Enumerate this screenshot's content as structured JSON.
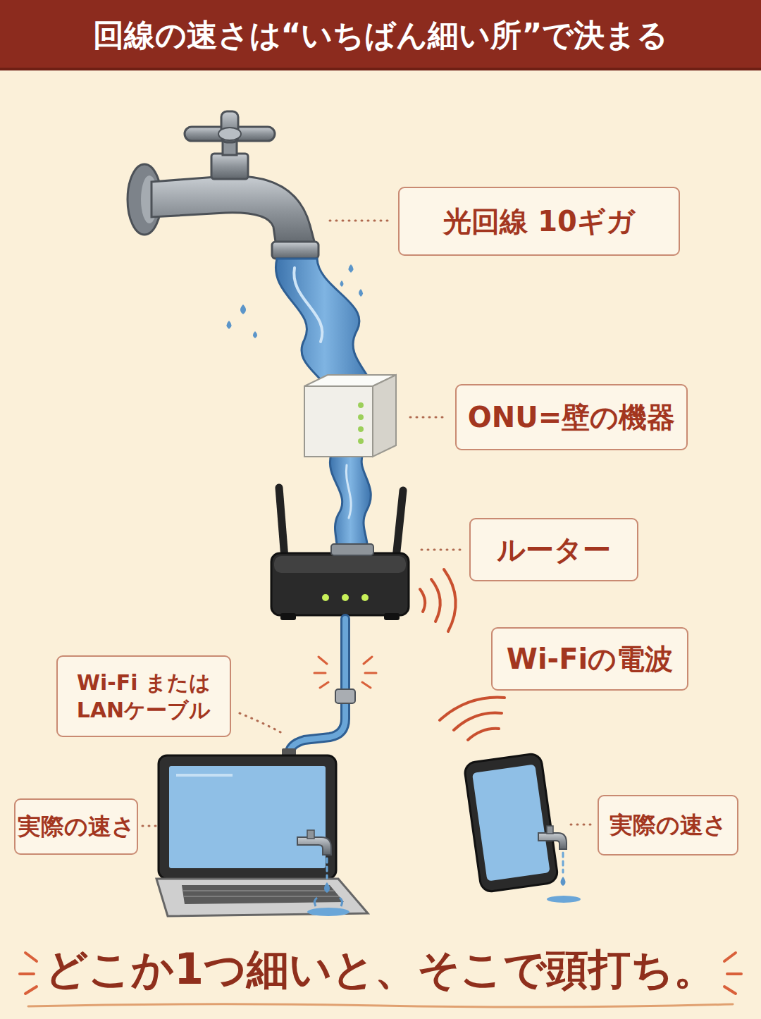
{
  "diagram": {
    "title": "回線の速さは“いちばん細い所”で決まる",
    "caption": "どこか1つ細いと、そこで頭打ち。",
    "nodes": [
      {
        "text": [
          "光回線 10ギガ"
        ]
      },
      {
        "text": [
          "ONU=壁の機器"
        ]
      },
      {
        "text": [
          "ルーター"
        ]
      },
      {
        "text": [
          "Wi-Fiの電波"
        ]
      },
      {
        "text": [
          "Wi-Fi または LANケーブル"
        ]
      },
      {
        "text": [
          "実際の速さ"
        ]
      },
      {
        "text": [
          "実際の速さ"
        ]
      }
    ]
  }
}
